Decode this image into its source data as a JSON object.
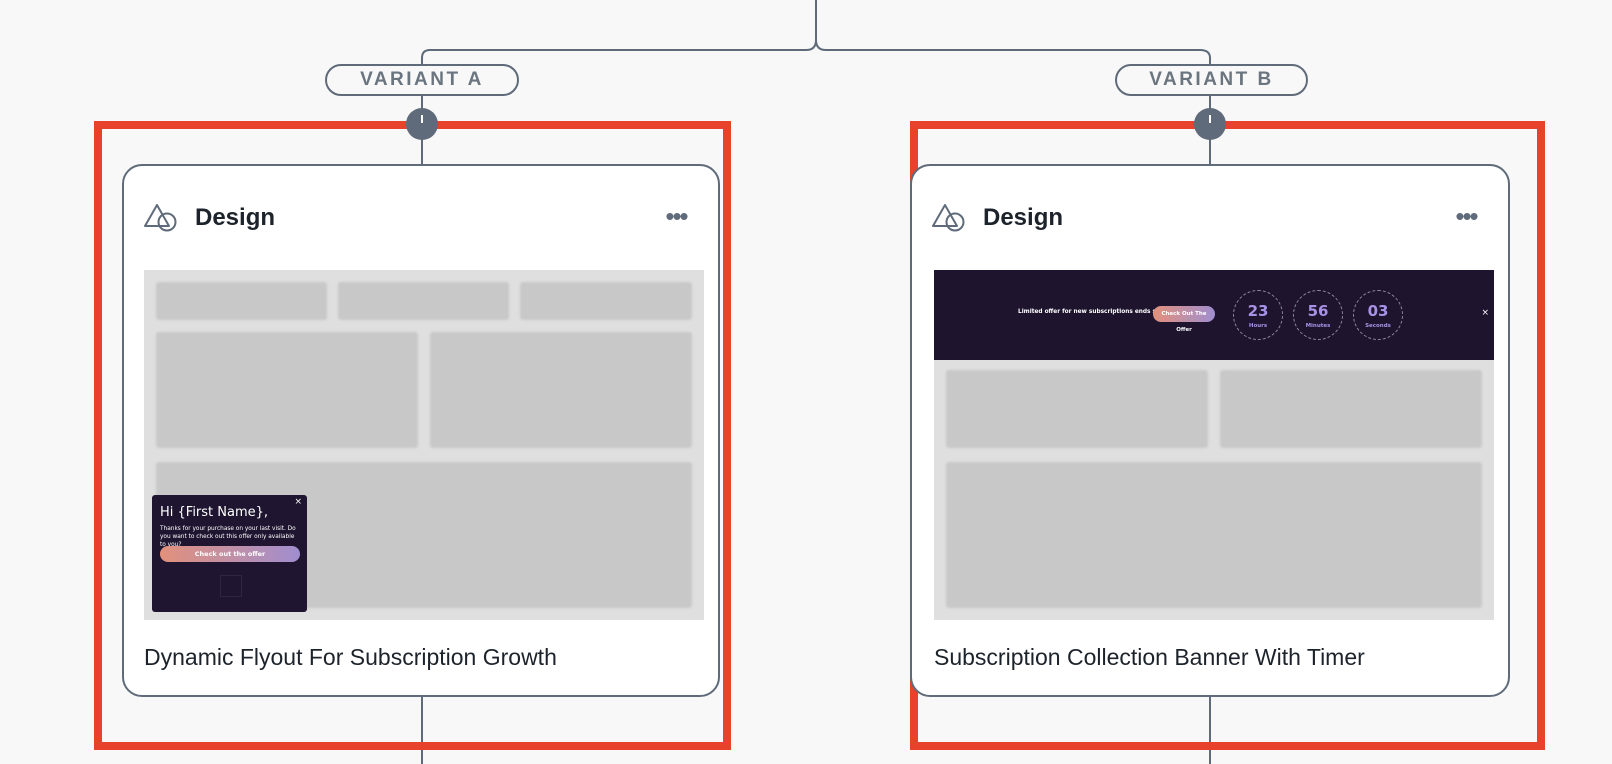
{
  "variants": [
    {
      "pill_label": "VARIANT A",
      "card": {
        "section_title": "Design",
        "more_label": "•••",
        "design_name": "Dynamic Flyout For Subscription Growth",
        "flyout": {
          "close": "×",
          "title": "Hi {First Name},",
          "body": "Thanks for your purchase on your last visit. Do you want to check out this offer only available to you?",
          "cta": "Check out the offer"
        }
      }
    },
    {
      "pill_label": "VARIANT B",
      "card": {
        "section_title": "Design",
        "more_label": "•••",
        "design_name": "Subscription Collection Banner With Timer",
        "banner": {
          "text": "Limited offer for new subscriptions ends soon!",
          "cta": "Check Out The Offer",
          "close": "×",
          "timers": [
            {
              "value": "23",
              "label": "Hours"
            },
            {
              "value": "56",
              "label": "Minutes"
            },
            {
              "value": "03",
              "label": "Seconds"
            }
          ]
        }
      }
    }
  ],
  "colors": {
    "highlight": "#e8412c",
    "connector": "#5f6b7a",
    "background": "#f8f8f8",
    "banner_bg": "#1e142e",
    "timer_text": "#a892e6"
  }
}
